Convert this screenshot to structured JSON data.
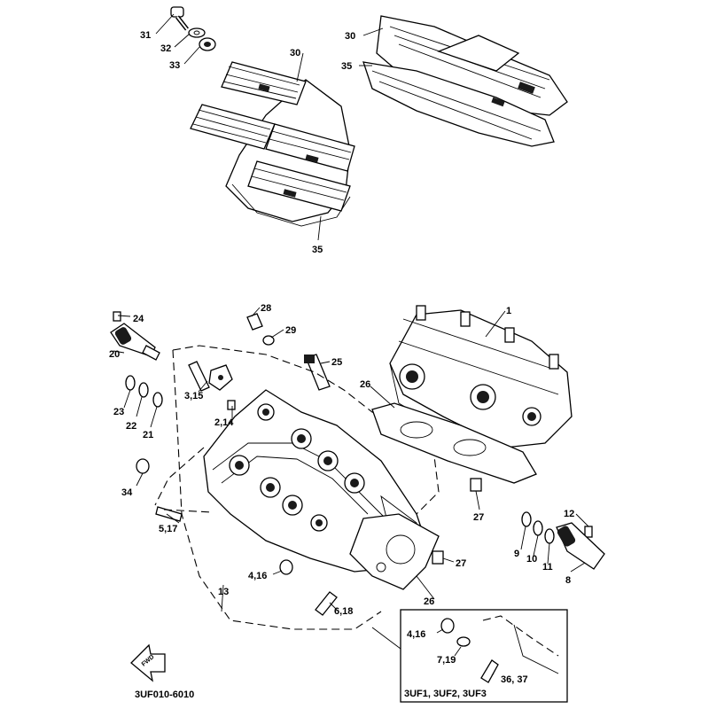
{
  "diagram": {
    "code": "3UF010-6010",
    "inset_caption": "3UF1, 3UF2, 3UF3",
    "front_arrow": "FWD"
  },
  "callouts": [
    {
      "id": "c31",
      "text": "31"
    },
    {
      "id": "c32",
      "text": "32"
    },
    {
      "id": "c33",
      "text": "33"
    },
    {
      "id": "c30a",
      "text": "30"
    },
    {
      "id": "c30b",
      "text": "30"
    },
    {
      "id": "c35a",
      "text": "35"
    },
    {
      "id": "c35b",
      "text": "35"
    },
    {
      "id": "c28",
      "text": "28"
    },
    {
      "id": "c29",
      "text": "29"
    },
    {
      "id": "c24",
      "text": "24"
    },
    {
      "id": "c20",
      "text": "20"
    },
    {
      "id": "c25",
      "text": "25"
    },
    {
      "id": "c1",
      "text": "1"
    },
    {
      "id": "c26a",
      "text": "26"
    },
    {
      "id": "c26b",
      "text": "26"
    },
    {
      "id": "c315",
      "text": "3,15"
    },
    {
      "id": "c214",
      "text": "2,14"
    },
    {
      "id": "c23",
      "text": "23"
    },
    {
      "id": "c22",
      "text": "22"
    },
    {
      "id": "c21",
      "text": "21"
    },
    {
      "id": "c34",
      "text": "34"
    },
    {
      "id": "c517",
      "text": "5,17"
    },
    {
      "id": "c27a",
      "text": "27"
    },
    {
      "id": "c27b",
      "text": "27"
    },
    {
      "id": "c12",
      "text": "12"
    },
    {
      "id": "c9",
      "text": "9"
    },
    {
      "id": "c10",
      "text": "10"
    },
    {
      "id": "c11",
      "text": "11"
    },
    {
      "id": "c8",
      "text": "8"
    },
    {
      "id": "c416a",
      "text": "4,16"
    },
    {
      "id": "c13",
      "text": "13"
    },
    {
      "id": "c618",
      "text": "6,18"
    },
    {
      "id": "c416b",
      "text": "4,16"
    },
    {
      "id": "c719",
      "text": "7,19"
    },
    {
      "id": "c3637",
      "text": "36, 37"
    }
  ]
}
